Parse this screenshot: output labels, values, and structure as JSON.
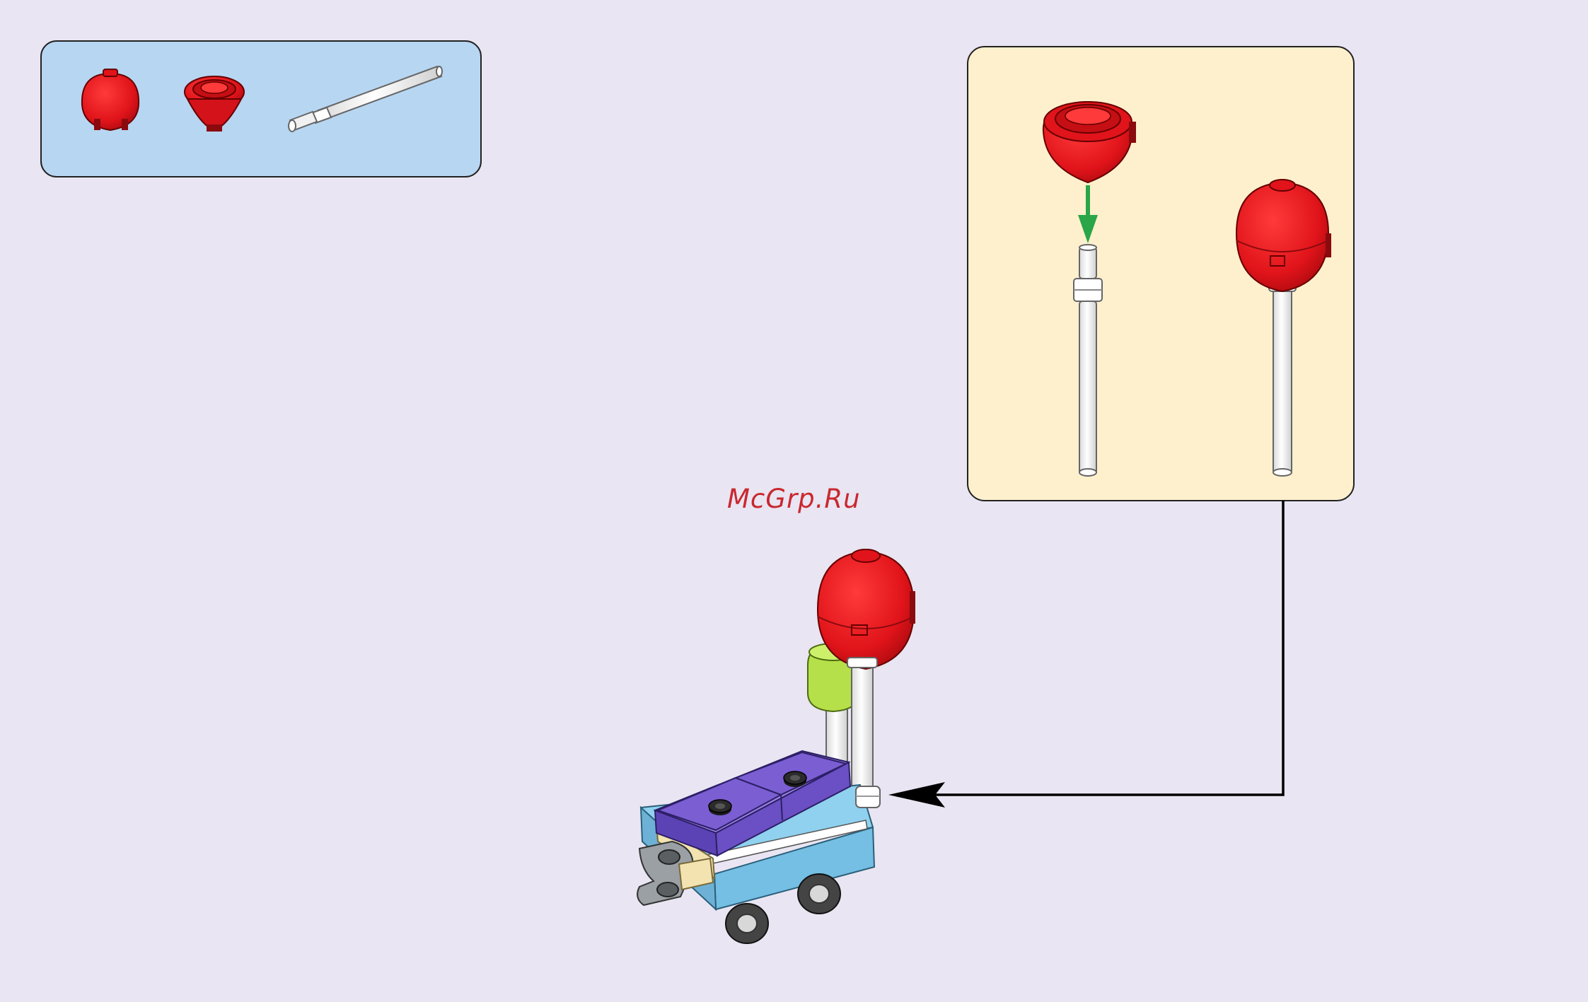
{
  "watermark": "McGrp.Ru",
  "colors": {
    "page_background": "#e9e5f2",
    "parts_panel_background": "#b7d6f2",
    "subassembly_panel_background": "#fff0cd",
    "red_brick": "#e0141a",
    "white_rod": "#f7f7f7",
    "lime_brick": "#b6e04a",
    "purple_tile": "#7a5ed2",
    "light_blue_brick": "#8fd1ef",
    "insert_arrow": "#2aa648",
    "callout_line": "#000000"
  },
  "parts_list": {
    "items": [
      {
        "name": "round-brick-red"
      },
      {
        "name": "dish-cone-red"
      },
      {
        "name": "bar-white"
      }
    ]
  },
  "subassembly": {
    "steps": [
      {
        "name": "cone-onto-bar"
      },
      {
        "name": "finished-balloon"
      }
    ]
  },
  "model": {
    "name": "balloon-cart"
  }
}
